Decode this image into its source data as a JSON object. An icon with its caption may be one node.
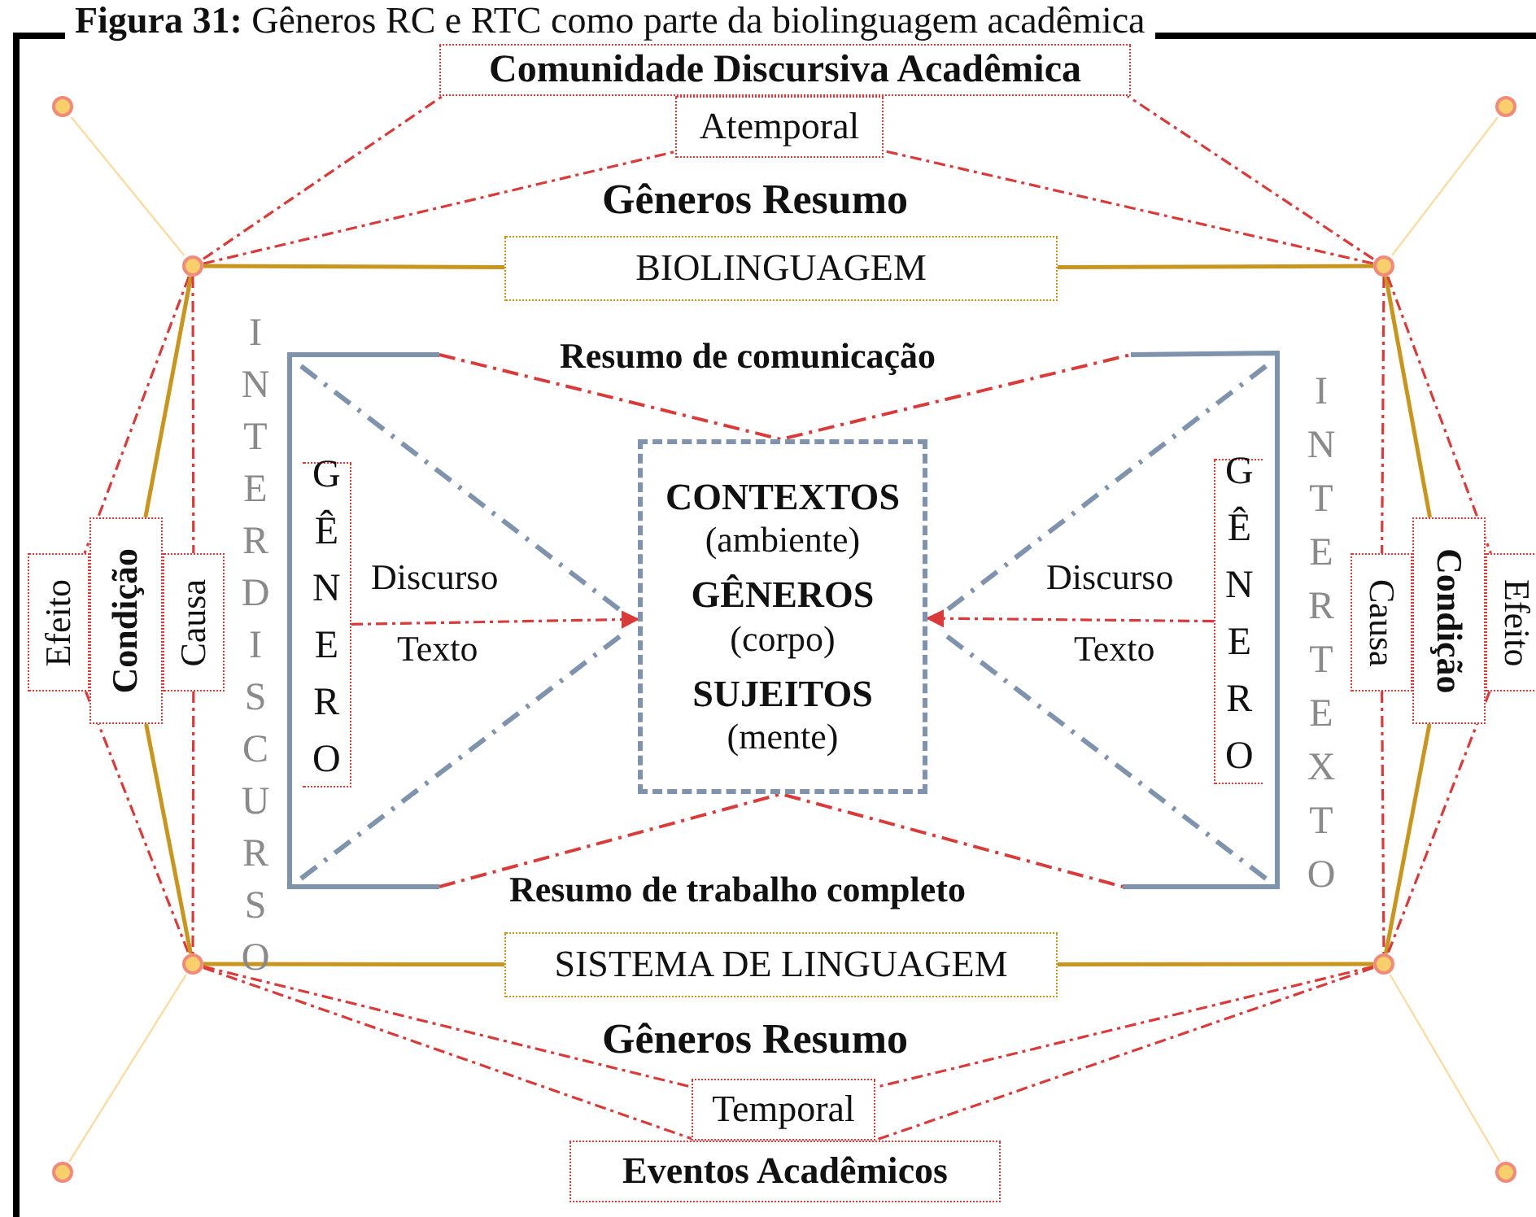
{
  "diagram": {
    "title": "**Figura 31:** Gêneros RC e RTC como parte da biolinguagem acadêmica",
    "nodes": [
      {
        "text": [
          "Comunidade Discursiva Acadêmica"
        ]
      },
      {
        "text": [
          "Atemporal"
        ]
      },
      {
        "text": [
          "BIOLINGUAGEM"
        ]
      },
      {
        "text": [
          "Efeito"
        ]
      },
      {
        "text": [
          "Condição"
        ]
      },
      {
        "text": [
          "Causa"
        ]
      },
      {
        "text": [
          "GÊNERO"
        ]
      },
      {
        "text": [
          "CONTEXTOS",
          "(ambiente)",
          "GÊNEROS",
          "(corpo)",
          "SUJEITOS",
          "(mente)"
        ]
      },
      {
        "text": [
          "GÊNERO"
        ]
      },
      {
        "text": [
          "Causa"
        ]
      },
      {
        "text": [
          "Condição"
        ]
      },
      {
        "text": [
          "Efeito"
        ]
      },
      {
        "text": [
          "SISTEMA DE LINGUAGEM"
        ]
      },
      {
        "text": [
          "Temporal"
        ]
      },
      {
        "text": [
          "Eventos Acadêmicos"
        ]
      },
      {
        "text": [],
        "shape": "circle"
      },
      {
        "text": [],
        "shape": "circle"
      },
      {
        "text": [],
        "shape": "circle"
      },
      {
        "text": [],
        "shape": "circle"
      },
      {
        "text": [],
        "shape": "circle"
      },
      {
        "text": [],
        "shape": "circle"
      },
      {
        "text": [],
        "shape": "circle"
      },
      {
        "text": [],
        "shape": "circle"
      }
    ],
    "edges": [
      {
        "from": 15,
        "to": 17,
        "arrow": "none",
        "color": "#f9dca6"
      },
      {
        "from": 16,
        "to": 18,
        "arrow": "none",
        "color": "#f9dca6"
      },
      {
        "from": 21,
        "to": 19,
        "arrow": "none",
        "color": "#f9dca6"
      },
      {
        "from": 22,
        "to": 20,
        "arrow": "none",
        "color": "#f9dca6"
      },
      {
        "from": 17,
        "to": 0,
        "arrow": "none",
        "style": "dashed"
      },
      {
        "from": 18,
        "to": 0,
        "arrow": "none",
        "style": "dashed"
      },
      {
        "from": 17,
        "to": 1,
        "arrow": "none",
        "style": "dashed"
      },
      {
        "from": 18,
        "to": 1,
        "arrow": "none",
        "style": "dashed"
      },
      {
        "from": 17,
        "to": 2,
        "arrow": "none",
        "color": "#c8961e"
      },
      {
        "from": 2,
        "to": 18,
        "arrow": "none",
        "color": "#c8961e"
      },
      {
        "from": 17,
        "to": 3,
        "arrow": "none",
        "style": "dashed"
      },
      {
        "from": 3,
        "to": 19,
        "arrow": "none",
        "style": "dashed"
      },
      {
        "from": 17,
        "to": 4,
        "arrow": "none",
        "color": "#c8961e"
      },
      {
        "from": 4,
        "to": 19,
        "arrow": "none",
        "color": "#c8961e"
      },
      {
        "from": 17,
        "to": 5,
        "arrow": "none",
        "style": "dashed"
      },
      {
        "from": 5,
        "to": 19,
        "arrow": "none",
        "style": "dashed"
      },
      {
        "from": 6,
        "to": 7,
        "arrow": "to",
        "style": "dashed"
      },
      {
        "from": 8,
        "to": 7,
        "arrow": "to",
        "style": "dashed"
      },
      {
        "from": 18,
        "to": 9,
        "arrow": "none",
        "style": "dashed"
      },
      {
        "from": 9,
        "to": 20,
        "arrow": "none",
        "style": "dashed"
      },
      {
        "from": 18,
        "to": 10,
        "arrow": "none",
        "color": "#c8961e"
      },
      {
        "from": 10,
        "to": 20,
        "arrow": "none",
        "color": "#c8961e"
      },
      {
        "from": 18,
        "to": 11,
        "arrow": "none",
        "style": "dashed"
      },
      {
        "from": 11,
        "to": 20,
        "arrow": "none",
        "style": "dashed"
      },
      {
        "from": 19,
        "to": 12,
        "arrow": "none",
        "color": "#c8961e"
      },
      {
        "from": 12,
        "to": 20,
        "arrow": "none",
        "color": "#c8961e"
      },
      {
        "from": 19,
        "to": 13,
        "arrow": "none",
        "style": "dashed"
      },
      {
        "from": 20,
        "to": 13,
        "arrow": "none",
        "style": "dashed"
      },
      {
        "from": 19,
        "to": 14,
        "arrow": "none",
        "style": "dashed"
      },
      {
        "from": 20,
        "to": 14,
        "arrow": "none",
        "style": "dashed"
      }
    ],
    "labels": [
      "Gêneros Resumo",
      "Resumo de comunicação",
      "INTERDISCURSO",
      "Discurso",
      "Texto",
      "Discurso",
      "Texto",
      "INTERTEXTO",
      "Resumo de trabalho completo",
      "Gêneros Resumo"
    ]
  }
}
